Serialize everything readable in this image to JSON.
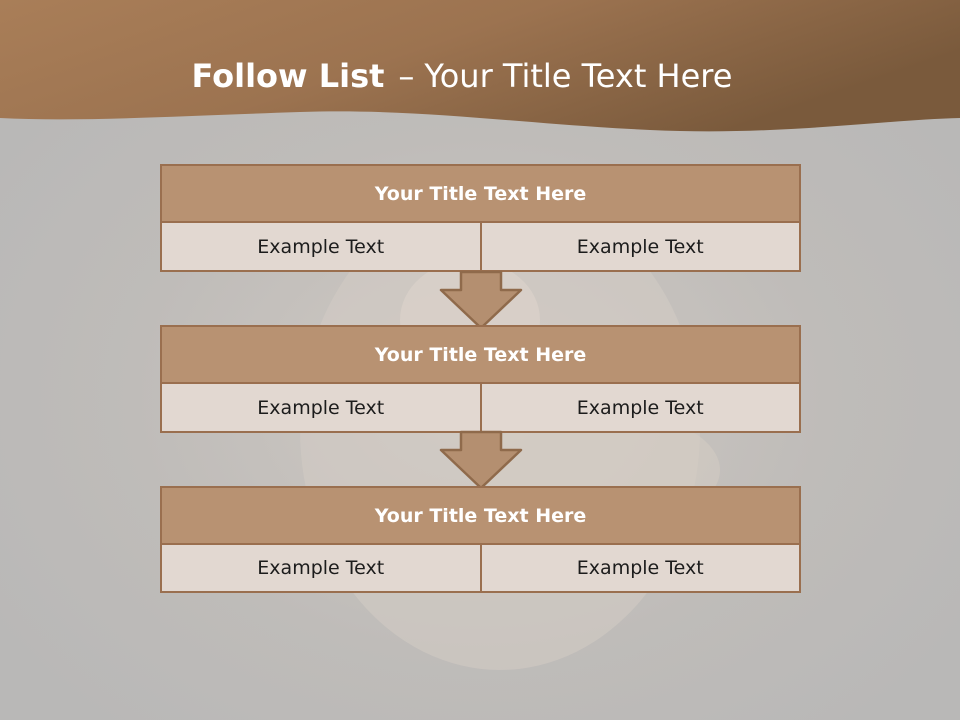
{
  "title": {
    "bold": "Follow List",
    "dash": "–",
    "rest": "Your Title Text Here"
  },
  "blocks": [
    {
      "heading": "Your Title Text Here",
      "cells": [
        "Example Text",
        "Example Text"
      ]
    },
    {
      "heading": "Your Title Text Here",
      "cells": [
        "Example Text",
        "Example Text"
      ]
    },
    {
      "heading": "Your Title Text Here",
      "cells": [
        "Example Text",
        "Example Text"
      ]
    }
  ],
  "colors": {
    "banner": "#a07650",
    "header_fill": "#b89272",
    "cell_fill": "#e2d8d1",
    "border": "#9a6f4f",
    "arrow_fill": "#b48f70"
  }
}
